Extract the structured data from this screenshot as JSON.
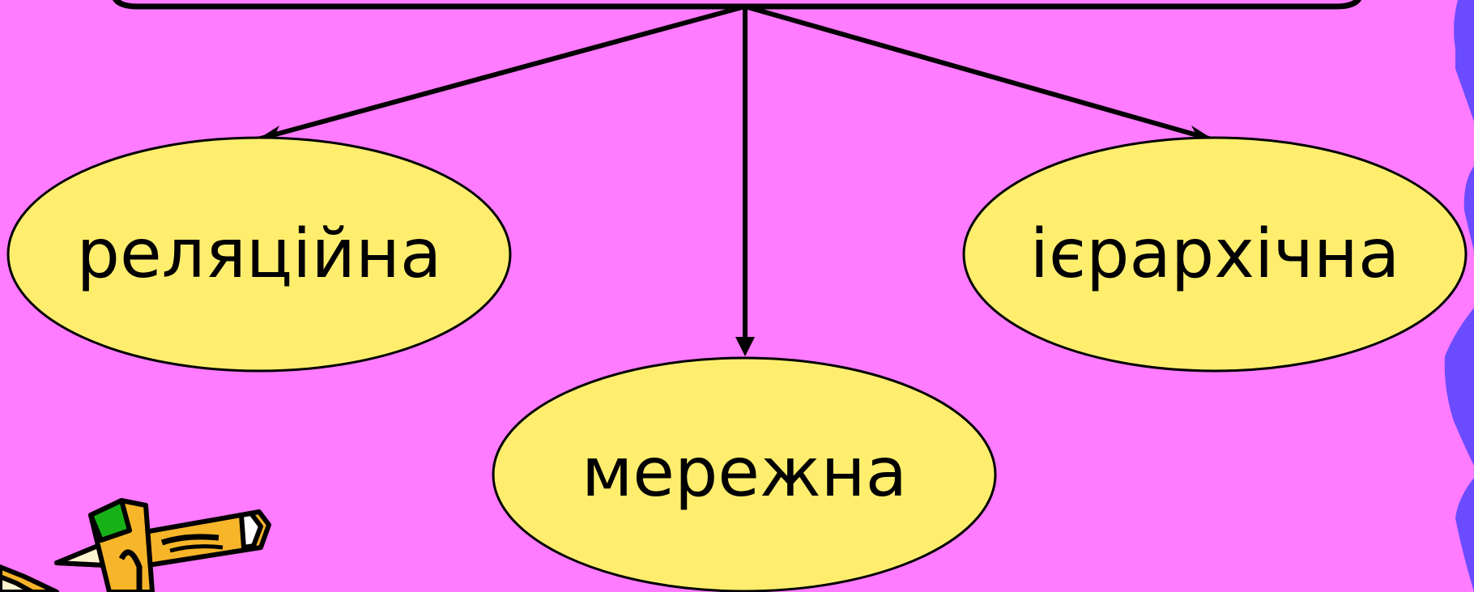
{
  "colors": {
    "background": "#ff7bff",
    "node_fill": "#ffee6e",
    "stroke": "#000000",
    "border_decor": "#6b4bff"
  },
  "diagram": {
    "nodes": [
      {
        "id": "relational",
        "label": "реляційна"
      },
      {
        "id": "hierarchical",
        "label": "ієрархічна"
      },
      {
        "id": "network",
        "label": "мережна"
      }
    ]
  },
  "decorations": {
    "clipart": "pencils-clipart-icon",
    "right_border": "purple-wavy-border"
  }
}
